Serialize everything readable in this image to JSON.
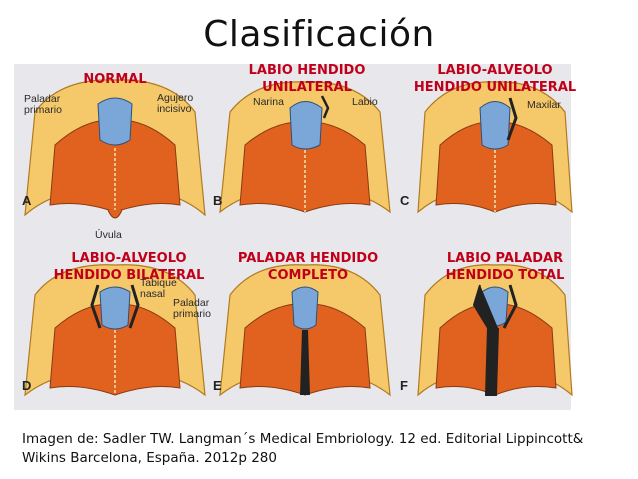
{
  "title": "Clasificación",
  "panels": [
    {
      "letter": "A",
      "caption": "NORMAL",
      "labels": [
        "Paladar primario",
        "Agujero incisivo",
        "Úvula"
      ]
    },
    {
      "letter": "B",
      "caption": "LABIO  HENDIDO UNILATERAL",
      "labels": [
        "Narina",
        "Labio"
      ]
    },
    {
      "letter": "C",
      "caption": "LABIO-ALVEOLO HENDIDO UNILATERAL",
      "labels": [
        "Maxilar"
      ]
    },
    {
      "letter": "D",
      "caption": "LABIO-ALVEOLO HENDIDO BILATERAL",
      "labels": [
        "Tabique nasal",
        "Paladar primario"
      ]
    },
    {
      "letter": "E",
      "caption": "PALADAR  HENDIDO COMPLETO",
      "labels": []
    },
    {
      "letter": "F",
      "caption": "LABIO PALADAR HENDIDO TOTAL",
      "labels": []
    }
  ],
  "credit": "Imagen de: Sadler TW. Langman´s Medical Embriology. 12 ed. Editorial Lippincott& Wikins Barcelona, España. 2012p 280",
  "colors": {
    "caption": "#c0001a",
    "lip": "#f5c96a",
    "maxilla": "#e79a3c",
    "palate": "#e0621e",
    "premaxilla": "#7aa6d8",
    "cleft": "#222222",
    "background": "#e8e8ec"
  }
}
